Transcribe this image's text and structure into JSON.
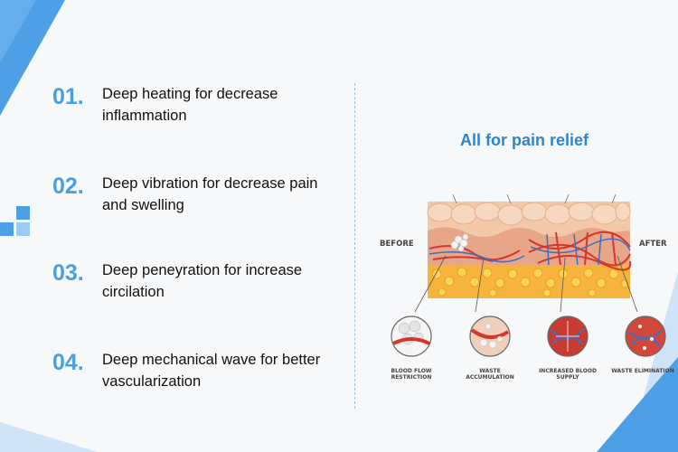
{
  "items": [
    {
      "number": "01.",
      "text": "Deep heating for decrease inflammation"
    },
    {
      "number": "02.",
      "text": "Deep vibration for decrease pain and swelling"
    },
    {
      "number": "03.",
      "text": "Deep peneyration for increase circilation"
    },
    {
      "number": "04.",
      "text": "Deep mechanical wave for better vascularization"
    }
  ],
  "illustration": {
    "title": "All for pain relief",
    "before_label": "BEFORE",
    "after_label": "AFTER",
    "captions": [
      {
        "line1": "BLOOD FLOW",
        "line2": "RESTRICTION"
      },
      {
        "line1": "WASTE",
        "line2": "ACCUMULATION"
      },
      {
        "line1": "INCREASED BLOOD",
        "line2": "SUPPLY"
      },
      {
        "line1": "WASTE ELIMINATION",
        "line2": ""
      }
    ]
  },
  "colors": {
    "accent": "#4a9fe0",
    "title": "#2d84d1",
    "text": "#111111",
    "background": "#f7f8fa"
  }
}
